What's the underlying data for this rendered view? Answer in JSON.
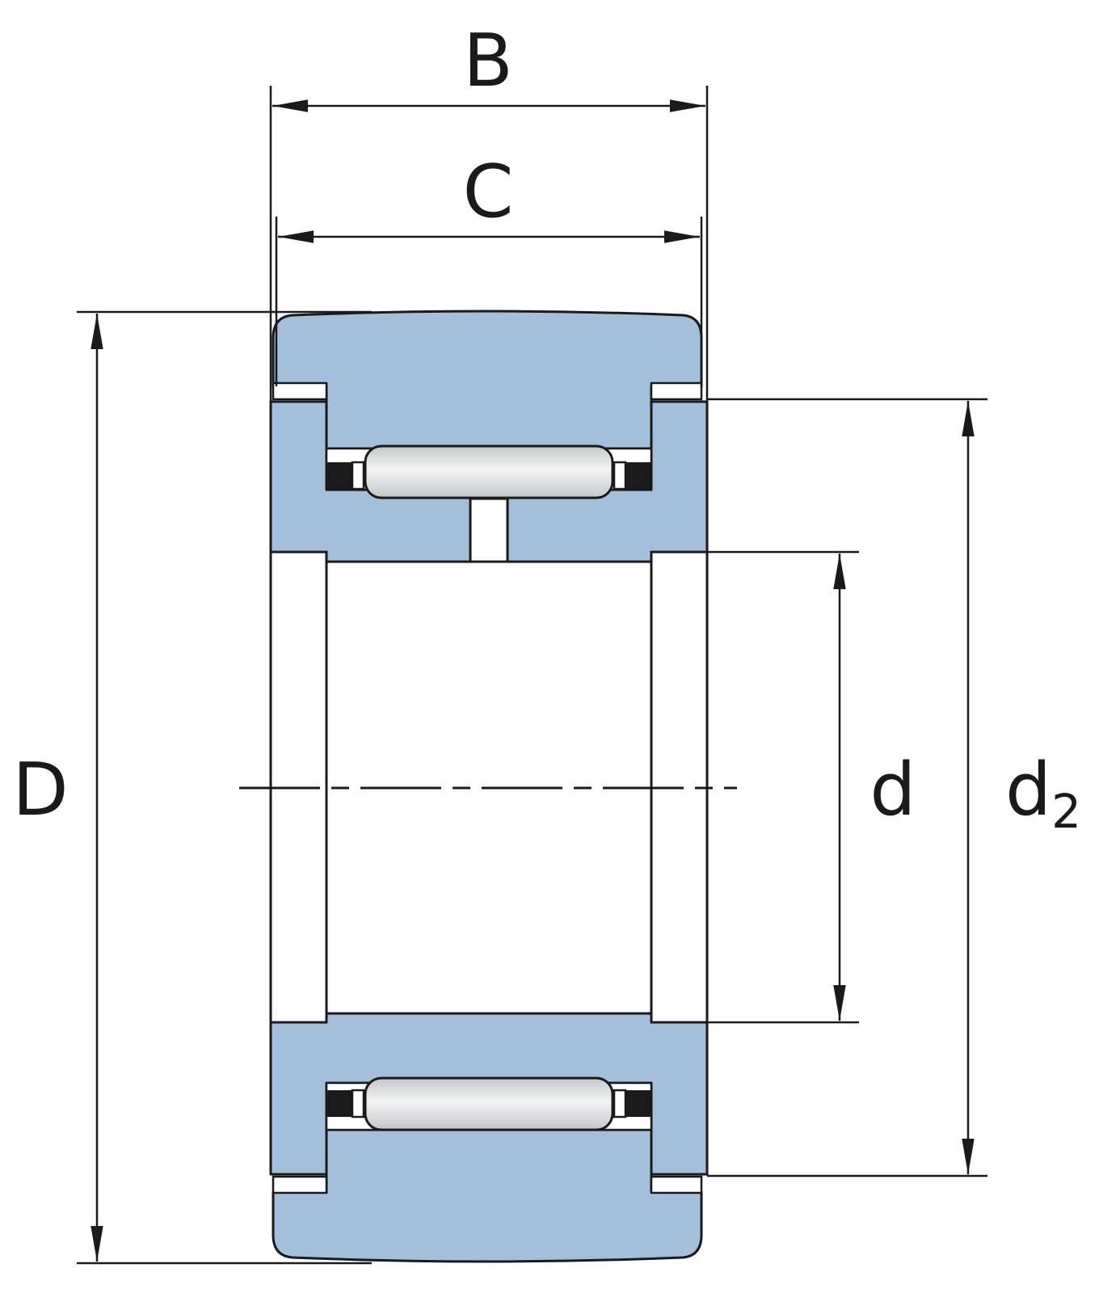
{
  "colors": {
    "ring_fill": "#a3bfdc",
    "line": "#1a1a1a",
    "roller_light": "#f4f4f4",
    "roller_dark": "#c4c6c8",
    "background": "#ffffff"
  },
  "labels": {
    "B": "B",
    "C": "C",
    "D": "D",
    "d": "d",
    "d2_base": "d",
    "d2_sub": "2"
  }
}
